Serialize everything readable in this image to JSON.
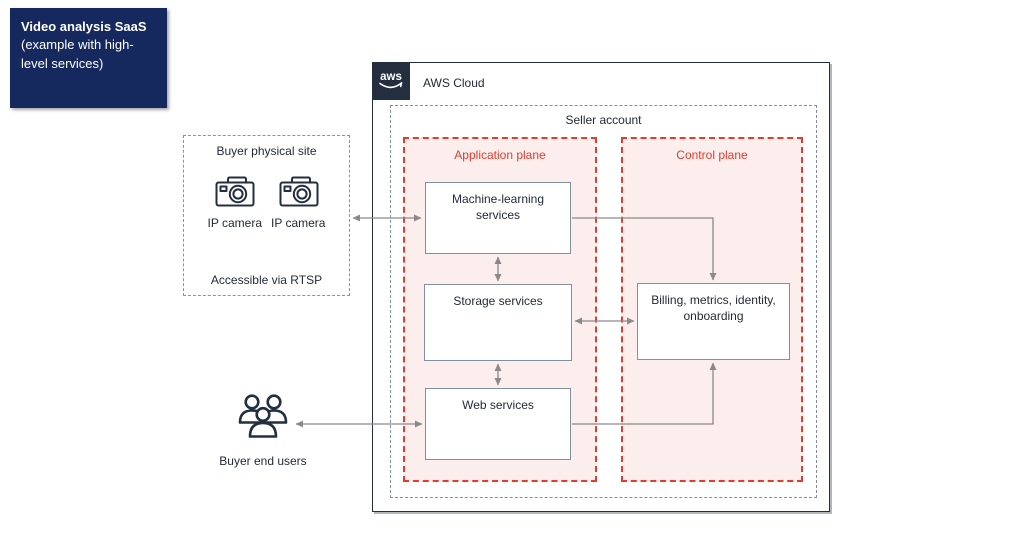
{
  "title_card": {
    "bold": "Video analysis SaaS ",
    "rest": "(example with high-level services)"
  },
  "buyer_site": {
    "title": "Buyer physical site",
    "camera1_label": "IP camera",
    "camera2_label": "IP camera",
    "footnote": "Accessible via RTSP"
  },
  "buyer_end_users": {
    "label": "Buyer end users"
  },
  "aws": {
    "logo_text": "aws",
    "label": "AWS Cloud"
  },
  "seller_account": {
    "label": "Seller account"
  },
  "application_plane": {
    "label": "Application plane",
    "ml_box": "Machine-learning services",
    "storage_box": "Storage services",
    "web_box": "Web services"
  },
  "control_plane": {
    "label": "Control plane",
    "billing_box": "Billing, metrics, identity, onboarding"
  },
  "icons": [
    "camera-icon",
    "camera-icon",
    "users-icon",
    "aws-logo"
  ],
  "colors": {
    "title_navy": "#16295f",
    "aws_dark": "#232f3e",
    "plane_red": "#e43b2c",
    "plane_pink_bg": "#fceeec",
    "dashed_gray": "#8494a5",
    "box_border_gray": "#8190a0",
    "arrow_gray": "#8a8a8a",
    "text_dark": "#232b38"
  }
}
